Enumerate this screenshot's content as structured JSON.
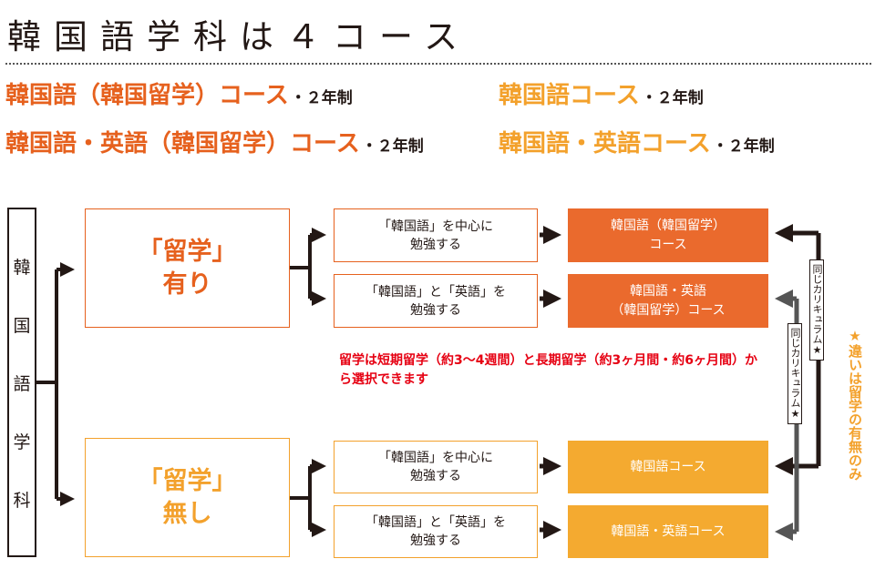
{
  "title": "韓国語学科は４コース",
  "courses": {
    "c1": {
      "name": "韓国語（韓国留学）コース",
      "suffix": "・２年制"
    },
    "c2": {
      "name": "韓国語・英語（韓国留学）コース",
      "suffix": "・２年制"
    },
    "c3": {
      "name": "韓国語コース",
      "suffix": "・２年制"
    },
    "c4": {
      "name": "韓国語・英語コース",
      "suffix": "・２年制"
    }
  },
  "dept_chars": [
    "韓",
    "国",
    "語",
    "学",
    "科"
  ],
  "study_abroad_yes": {
    "line1": "「留学」",
    "line2": "有り"
  },
  "study_abroad_no": {
    "line1": "「留学」",
    "line2": "無し"
  },
  "study": {
    "korean_focus": {
      "line1": "「韓国語」を中心に",
      "line2": "勉強する"
    },
    "korean_english": {
      "line1": "「韓国語」と「英語」を",
      "line2": "勉強する"
    }
  },
  "results": {
    "r1": {
      "line1": "韓国語（韓国留学）",
      "line2": "コース"
    },
    "r2": {
      "line1": "韓国語・英語",
      "line2": "（韓国留学）コース"
    },
    "r3": {
      "line1": "韓国語コース"
    },
    "r4": {
      "line1": "韓国語・英語コース"
    }
  },
  "note": "留学は短期留学（約3～4週間）と長期留学（約3ヶ月間・約6ヶ月間）から選択できます",
  "same_curriculum": "同じカリキュラム★",
  "side_note": "★違いは留学の有無のみ",
  "colors": {
    "orange_red": "#EA6A2D",
    "orange_yellow": "#F4AA30",
    "note_red": "#E60012"
  }
}
